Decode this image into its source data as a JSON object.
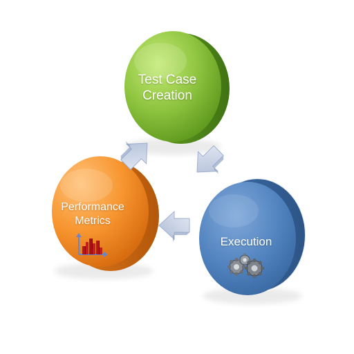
{
  "diagram": {
    "nodes": [
      {
        "id": "test-case-creation",
        "lines": [
          "Test Case",
          "Creation"
        ],
        "color": "#8dc63f"
      },
      {
        "id": "execution",
        "lines": [
          "Execution"
        ],
        "color": "#4f81bd",
        "icon": "gears-icon"
      },
      {
        "id": "performance-metrics",
        "lines": [
          "Performance",
          "Metrics"
        ],
        "color": "#f4912d",
        "icon": "bar-chart-icon"
      }
    ],
    "flow": [
      "test-case-creation",
      "execution",
      "performance-metrics"
    ],
    "arrow_color": "#c9d3e6"
  }
}
